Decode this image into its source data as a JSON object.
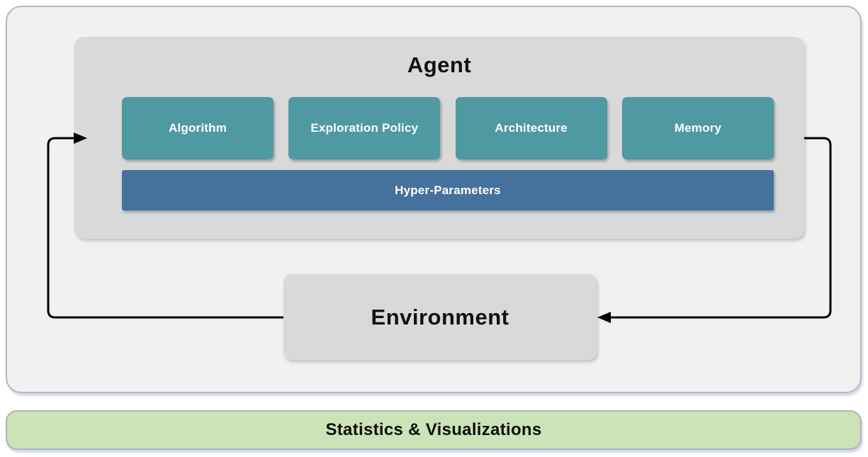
{
  "diagram": {
    "title_context": "Reinforcement learning agent-environment loop",
    "agent": {
      "title": "Agent",
      "components": [
        "Algorithm",
        "Exploration Policy",
        "Architecture",
        "Memory"
      ],
      "hyper_parameters_label": "Hyper-Parameters"
    },
    "environment": {
      "title": "Environment"
    },
    "footer": {
      "label": "Statistics & Visualizations"
    },
    "arrows": [
      {
        "name": "environment-to-agent",
        "side": "left",
        "direction": "into Agent"
      },
      {
        "name": "agent-to-environment",
        "side": "right",
        "direction": "into Environment"
      }
    ],
    "colors": {
      "component_teal": "#4f99a2",
      "hyper_parameters_blue": "#45719d",
      "box_gray": "#d9d9d9",
      "panel_gray": "#f1f1f2",
      "footer_green": "#cbe3b6",
      "border_gray": "#b7b7b9",
      "arrow_black": "#000000"
    }
  }
}
